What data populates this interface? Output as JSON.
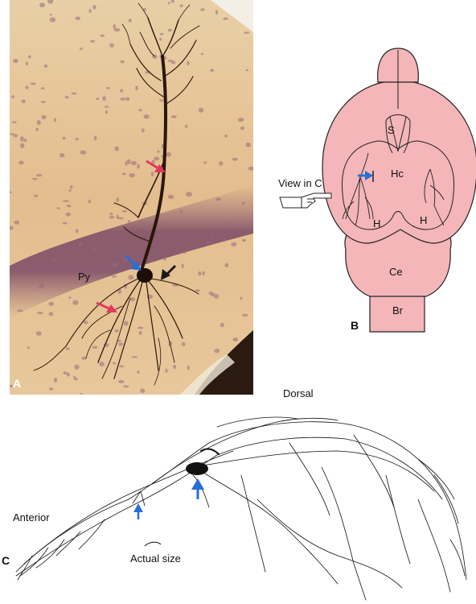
{
  "panel_a": {
    "letter": "A",
    "layer_label": "Py"
  },
  "panel_b": {
    "letter": "B",
    "region_labels": {
      "septum": "S",
      "hippocampal_commissure": "Hc",
      "hippocampus_left": "H",
      "hippocampus_right": "H",
      "cerebellum": "Ce",
      "brainstem": "Br"
    },
    "view_label": "View in C",
    "colors": {
      "brain_fill": "#f4b6b9",
      "outline": "#222222"
    }
  },
  "panel_c": {
    "letter": "C",
    "dorsal_label": "Dorsal",
    "anterior_label": "Anterior",
    "actual_size_label": "Actual size"
  },
  "colors": {
    "red_arrow": "#e23a5a",
    "blue_arrow": "#2a6fd6",
    "black_arrow": "#1a1a1a",
    "tissue_bg": "#e6c49a",
    "py_band": "#7a4a66",
    "neuron": "#2a1608"
  }
}
